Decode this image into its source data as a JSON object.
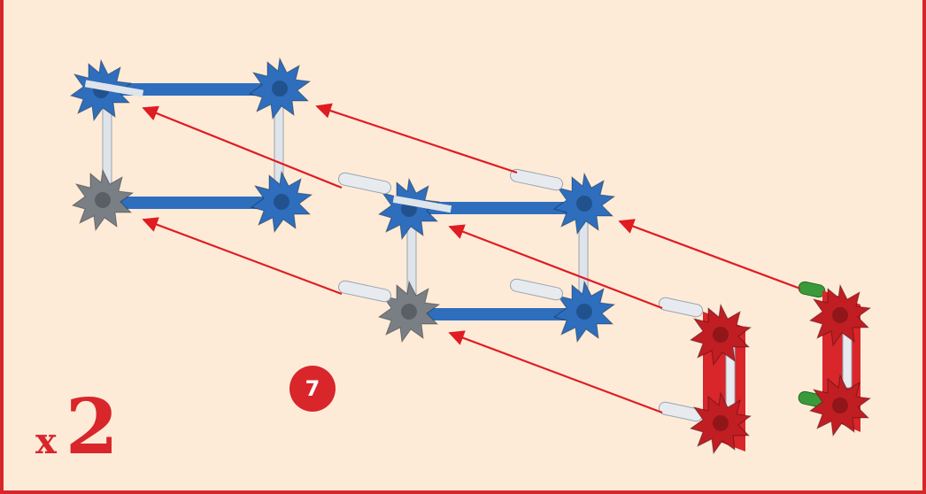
{
  "step": {
    "number": "7"
  },
  "quantity": {
    "prefix": "x",
    "count": "2"
  },
  "colors": {
    "border": "#d8262b",
    "background": "#fdebd8",
    "blue_part": "#2e6ebd",
    "grey_part": "#7a7f86",
    "red_part": "#d8262b",
    "green_part": "#3a9a3a",
    "arrow": "#e01b22"
  },
  "illustration": {
    "icon": "assembly-diagram-icon",
    "description_parts": [
      "blue-connector-hub",
      "grey-connector-hub",
      "blue-rod",
      "white-axle-peg",
      "red-corner-bracket",
      "green-peg"
    ]
  }
}
